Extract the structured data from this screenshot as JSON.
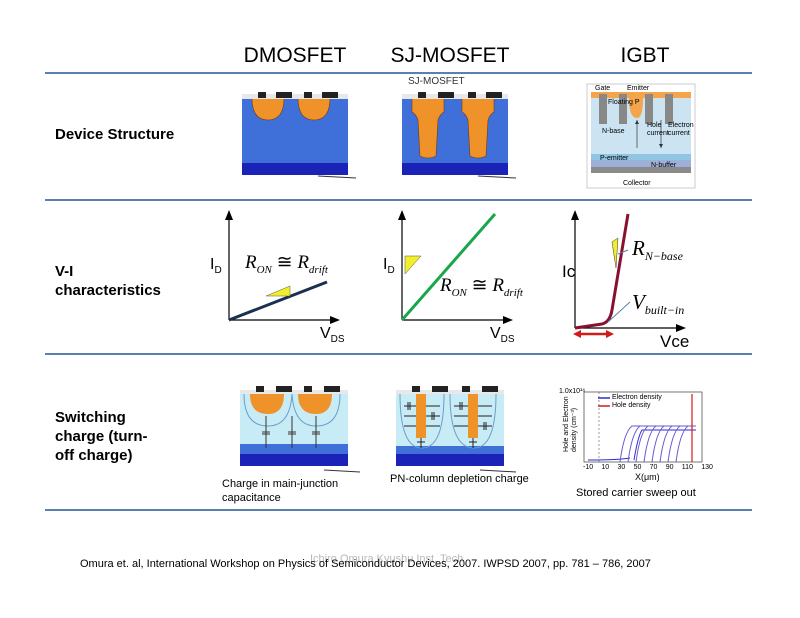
{
  "columns": [
    "DMOSFET",
    "SJ-MOSFET",
    "IGBT"
  ],
  "rows": {
    "structure": "Device Structure",
    "vi": "V-I characteristics",
    "switching": "Switching charge (turn-off charge)"
  },
  "structure_labels": {
    "sj_title": "SJ-MOSFET",
    "igbt_gate": "Gate",
    "igbt_emitter": "Emitter",
    "igbt_floating": "Floating P",
    "igbt_nbase": "N-base",
    "igbt_hole": "Hole current",
    "igbt_electron": "Electron current",
    "igbt_pemitter": "P-emitter",
    "igbt_nbuffer": "N-buffer",
    "igbt_collector": "Collector"
  },
  "vi_labels": {
    "dmos_y": "I",
    "dmos_y_sub": "D",
    "dmos_x": "V",
    "dmos_x_sub": "DS",
    "dmos_eq": "R_ON ≅ R_drift",
    "sj_y": "I",
    "sj_y_sub": "D",
    "sj_x": "V",
    "sj_x_sub": "DS",
    "sj_eq": "R_ON ≅ R_drift",
    "igbt_y": "Ic",
    "igbt_x": "Vce",
    "igbt_rnbase": "R_N-base",
    "igbt_vbuilt": "V_built-in"
  },
  "switching_captions": {
    "dmos": "Charge in main-junction capacitance",
    "sj": "PN-column depletion charge",
    "igbt": "Stored carrier sweep out"
  },
  "igbt_chart": {
    "ylabel": "Hole and Electron density (cm⁻³)",
    "ytop": "1.0x10¹⁶",
    "xlabel": "X(μm)",
    "xticks": [
      "-10",
      "10",
      "30",
      "50",
      "70",
      "90",
      "110",
      "130"
    ],
    "legend": [
      "Electron density",
      "Hole density"
    ]
  },
  "footer": "Omura et. al, International Workshop on Physics of Semiconductor Devices, 2007. IWPSD 2007, pp. 781 – 786, 2007",
  "watermark": "Ichiro Omura Kyushu Inst. Tech",
  "colors": {
    "rule": "#5b7fb0",
    "nlayer": "#3f6fd8",
    "substrate": "#1a22b8",
    "pcolumn": "#f0922a",
    "depletion": "#c8ecf5",
    "green": "#1aa64a",
    "navy": "#1a3050",
    "igbt_curve": "#8a1030",
    "arrow": "#d11a1a",
    "triangle": "#f2ee2a"
  }
}
